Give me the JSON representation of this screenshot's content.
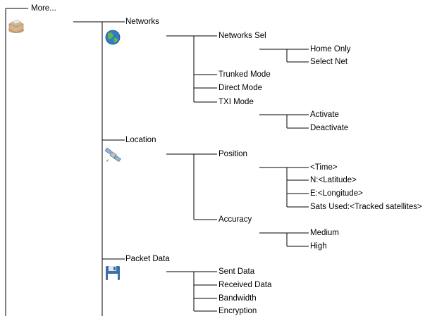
{
  "tree": {
    "root": {
      "label": "More...",
      "icon": "menu-folder-icon"
    },
    "networks": {
      "label": "Networks",
      "icon": "globe-icon",
      "networks_sel": {
        "label": "Networks Sel",
        "children": [
          "Home Only",
          "Select Net"
        ]
      },
      "trunked_mode": "Trunked Mode",
      "direct_mode": "Direct Mode",
      "txi_mode": {
        "label": "TXI Mode",
        "children": [
          "Activate",
          "Deactivate"
        ]
      }
    },
    "location": {
      "label": "Location",
      "icon": "satellite-icon",
      "position": {
        "label": "Position",
        "children": [
          "<Time>",
          "N:<Latitude>",
          "E:<Longitude>",
          "Sats Used:<Tracked satellites>"
        ]
      },
      "accuracy": {
        "label": "Accuracy",
        "children": [
          "Medium",
          "High"
        ]
      }
    },
    "packet_data": {
      "label": "Packet Data",
      "icon": "floppy-disk-icon",
      "children": [
        "Sent Data",
        "Received Data",
        "Bandwidth",
        "Encryption"
      ]
    }
  },
  "colors": {
    "line": "#000000",
    "text": "#000000"
  }
}
